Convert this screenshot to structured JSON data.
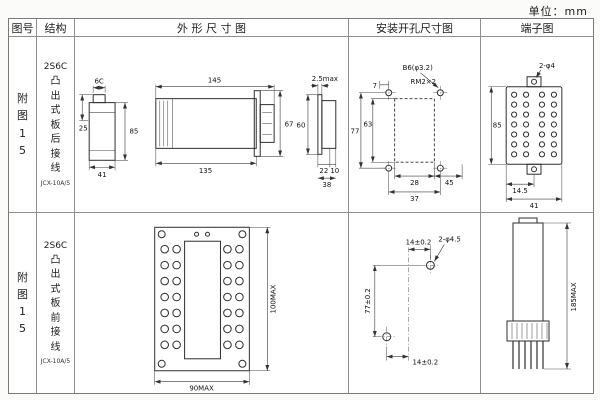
{
  "page": {
    "unit_label": "单位：mm"
  },
  "headers": {
    "fig_no": "图号",
    "structure": "结构",
    "outline": "外 形 尺 寸 图",
    "mounting": "安装开孔尺寸图",
    "terminal": "端子图"
  },
  "rows": [
    {
      "fig_label": "附\n图\n1\n5",
      "model": "2S6C",
      "structure_desc": "凸\n出\n式\n板\n后\n接\n线",
      "model_sub": "JCX-10A/5",
      "outline": {
        "step_width": "6C",
        "step_height": "25",
        "front_height": "85",
        "front_width": "41",
        "total_length": "145",
        "body_length": "135",
        "flange_height": "67",
        "panel_gap": "2.5max",
        "end_height": "60",
        "end_w1": "22",
        "end_w2": "10",
        "end_width": "38"
      },
      "mounting": {
        "hole_note": "B6(φ3.2)",
        "thread_note": "RM2×2",
        "offset_top": "7",
        "hole_v": "77",
        "cutout_h": "63",
        "cutout_w": "28",
        "edge_w": "45",
        "hole_h": "37"
      },
      "terminal": {
        "hole_note": "2-φ4",
        "height": "85",
        "ear_offset": "14.5",
        "width": "41"
      }
    },
    {
      "fig_label": "附\n图\n1\n5",
      "model": "2S6C",
      "structure_desc": "凸\n出\n式\n板\n前\n接\n线",
      "model_sub": "JCX-10A/5",
      "outline": {
        "height": "100MAX",
        "width": "90MAX"
      },
      "mounting": {
        "hole_note": "2-φ4.5",
        "offset_top": "14±0.2",
        "hole_v": "77±0.2",
        "offset_bottom": "14±0.2"
      },
      "terminal": {
        "height": "185MAX"
      }
    }
  ]
}
